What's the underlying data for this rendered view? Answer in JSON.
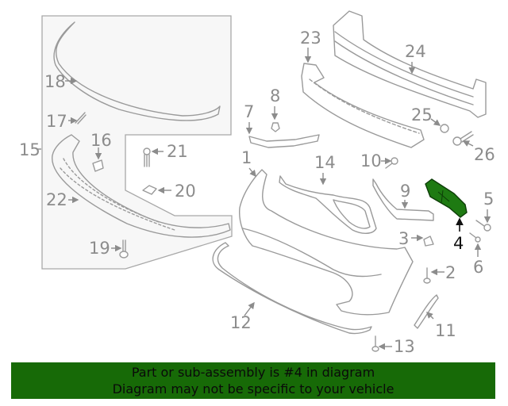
{
  "diagram": {
    "highlighted_part": "4",
    "highlight_color": "#1e7a12",
    "line_color": "#9a9a9a",
    "label_color": "#8c8c8c",
    "panel_fill": "#f7f7f7",
    "callouts": [
      {
        "id": "1",
        "label": "1"
      },
      {
        "id": "2",
        "label": "2"
      },
      {
        "id": "3",
        "label": "3"
      },
      {
        "id": "4",
        "label": "4"
      },
      {
        "id": "5",
        "label": "5"
      },
      {
        "id": "6",
        "label": "6"
      },
      {
        "id": "7",
        "label": "7"
      },
      {
        "id": "8",
        "label": "8"
      },
      {
        "id": "9",
        "label": "9"
      },
      {
        "id": "10",
        "label": "10"
      },
      {
        "id": "11",
        "label": "11"
      },
      {
        "id": "12",
        "label": "12"
      },
      {
        "id": "13",
        "label": "13"
      },
      {
        "id": "14",
        "label": "14"
      },
      {
        "id": "15",
        "label": "15"
      },
      {
        "id": "16",
        "label": "16"
      },
      {
        "id": "17",
        "label": "17"
      },
      {
        "id": "18",
        "label": "18"
      },
      {
        "id": "19",
        "label": "19"
      },
      {
        "id": "20",
        "label": "20"
      },
      {
        "id": "21",
        "label": "21"
      },
      {
        "id": "22",
        "label": "22"
      },
      {
        "id": "23",
        "label": "23"
      },
      {
        "id": "24",
        "label": "24"
      },
      {
        "id": "25",
        "label": "25"
      },
      {
        "id": "26",
        "label": "26"
      }
    ]
  },
  "footer": {
    "line1": "Part or sub-assembly is #4 in diagram",
    "line2": "Diagram may not be specific to your vehicle",
    "background": "#176a07"
  }
}
